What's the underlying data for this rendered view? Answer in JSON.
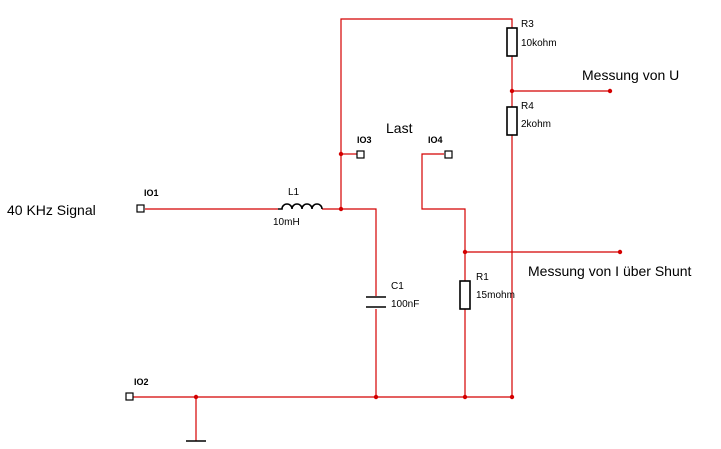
{
  "labels": {
    "signal": "40 KHz Signal",
    "last": "Last",
    "measure_u": "Messung von U",
    "measure_i": "Messung von I über Shunt"
  },
  "ports": {
    "io1": "IO1",
    "io2": "IO2",
    "io3": "IO3",
    "io4": "IO4"
  },
  "components": {
    "l1": {
      "name": "L1",
      "value": "10mH"
    },
    "c1": {
      "name": "C1",
      "value": "100nF"
    },
    "r1": {
      "name": "R1",
      "value": "15mohm"
    },
    "r3": {
      "name": "R3",
      "value": "10kohm"
    },
    "r4": {
      "name": "R4",
      "value": "2kohm"
    }
  },
  "colors": {
    "wire": "#d40000",
    "component": "#000000",
    "background": "#ffffff"
  }
}
